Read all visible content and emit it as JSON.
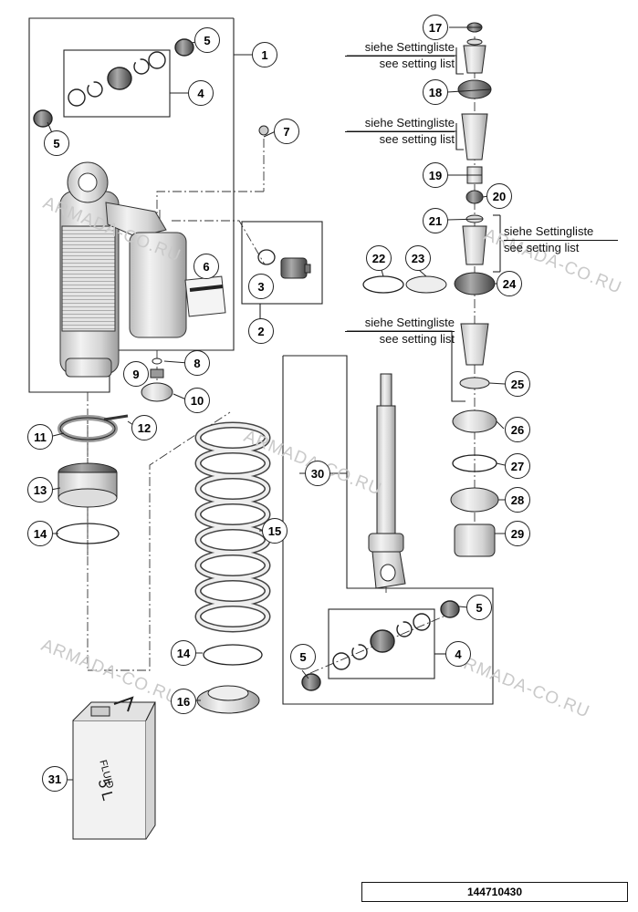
{
  "document_number": "144710430",
  "setting_note": {
    "line_de": "siehe Settingliste",
    "line_en": "see setting list"
  },
  "watermark": "ARMADA-CO.RU",
  "container": {
    "label_top": "FLUID",
    "label_bottom": "5 L"
  },
  "callouts": [
    "1",
    "2",
    "3",
    "4",
    "5",
    "6",
    "7",
    "8",
    "9",
    "10",
    "11",
    "12",
    "13",
    "14",
    "15",
    "16",
    "17",
    "18",
    "19",
    "20",
    "21",
    "22",
    "23",
    "24",
    "25",
    "26",
    "27",
    "28",
    "29",
    "30",
    "31"
  ]
}
